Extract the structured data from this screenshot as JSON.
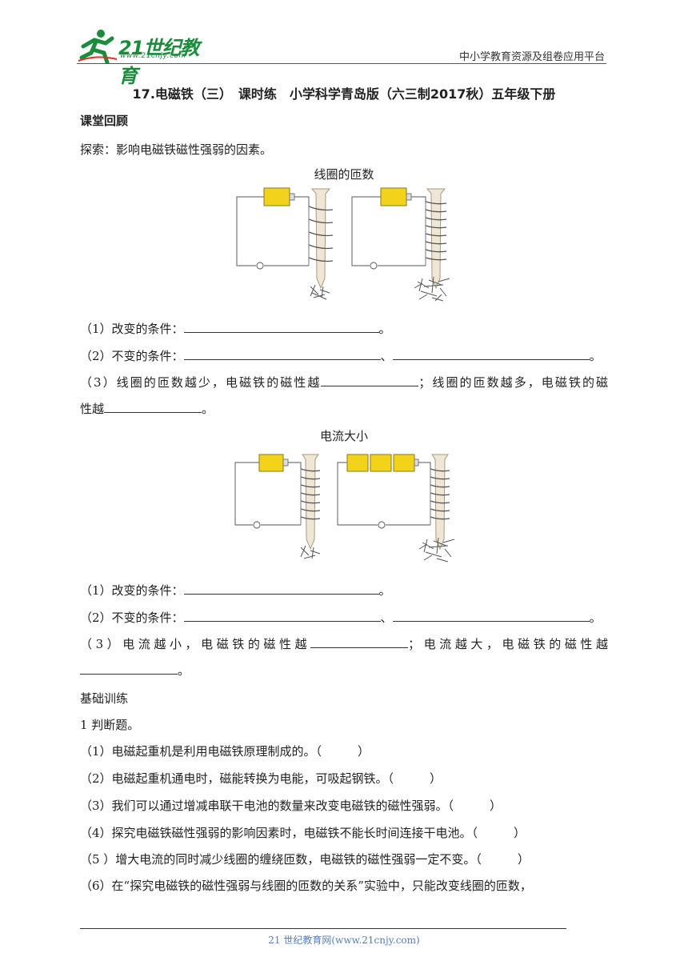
{
  "header": {
    "logo_name": "21世纪教育",
    "logo_url": "www.21cnjy.com",
    "right_text": "中小学教育资源及组卷应用平台"
  },
  "title": "17.电磁铁（三）　课时练　小学科学青岛版（六三制2017秋）五年级下册",
  "section1": {
    "heading": "课堂回顾",
    "explore": "探索：影响电磁铁磁性强弱的因素。",
    "figure1_caption": "线圈的匝数",
    "q1": {
      "change_label": "（1）改变的条件：",
      "constant_label": "（2）不变的条件：",
      "end": "。",
      "sep": "、",
      "q3_part1": "（3）线圈的匝数越少，电磁铁的磁性越",
      "q3_part2": "；线圈的匝数越多，电磁铁的磁",
      "q3_part3": "性越"
    },
    "figure2_caption": "电流大小",
    "q2": {
      "change_label": "（1）改变的条件：",
      "constant_label": "（2）不变的条件：",
      "end": "。",
      "sep": "、",
      "q3_part1": "（3）电流越小，电磁铁的磁性越",
      "q3_part2": "；电流越大，电磁铁的磁性越"
    }
  },
  "section2": {
    "heading": "基础训练",
    "judge_title": "1 判断题。",
    "items": [
      "（1）电磁起重机是利用电磁铁原理制成的。（　　　）",
      "（2）电磁起重机通电时，磁能转换为电能，可吸起钢铁。（　　　）",
      "（3）我们可以通过增减串联干电池的数量来改变电磁铁的磁性强弱。（　　　）",
      "（4）探究电磁铁磁性强弱的影响因素时，电磁铁不能长时间连接干电池。（　　　）",
      "（5 ）增大电流的同时减少线圈的缠绕匝数，电磁铁的磁性强弱一定不变。（　　　）",
      "（6）在“探究电磁铁的磁性强弱与线圈的匝数的关系”实验中，只能改变线圈的匝数，"
    ]
  },
  "footer": "21 世纪教育网(www.21cnjy.com)",
  "colors": {
    "battery": "#f3d21b",
    "logo_green": "#1a8d3c",
    "footer_blue": "#5a7fb3"
  }
}
